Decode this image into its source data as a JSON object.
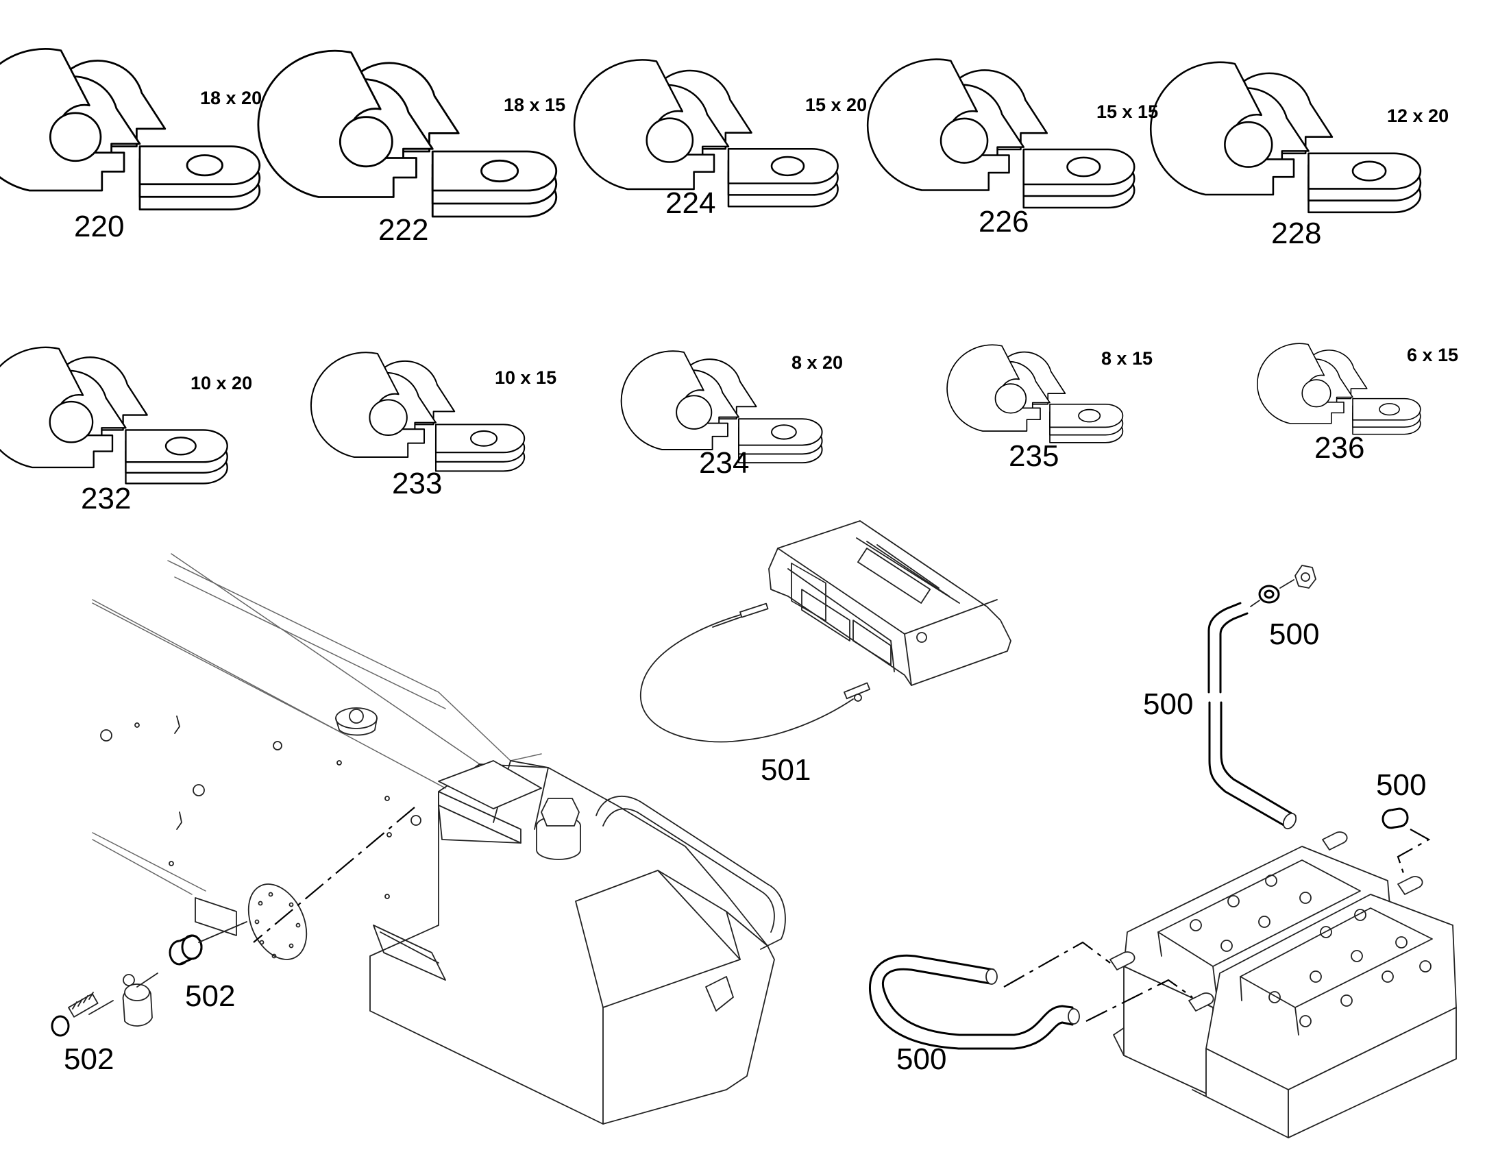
{
  "clamps": [
    {
      "ref": "220",
      "size": "18 x 20"
    },
    {
      "ref": "222",
      "size": "18 x 15"
    },
    {
      "ref": "224",
      "size": "15 x 20"
    },
    {
      "ref": "226",
      "size": "15 x 15"
    },
    {
      "ref": "228",
      "size": "12 x 20"
    },
    {
      "ref": "232",
      "size": "10 x 20"
    },
    {
      "ref": "233",
      "size": "10 x 15"
    },
    {
      "ref": "234",
      "size": "8 x 20"
    },
    {
      "ref": "235",
      "size": "8 x 15"
    },
    {
      "ref": "236",
      "size": "6 x 15"
    }
  ],
  "callouts": {
    "controller_cable": "501",
    "bushing": "502",
    "screw": "502",
    "nut_top": "500",
    "hose_vertical": "500",
    "plug": "500",
    "hose_bottom": "500"
  }
}
